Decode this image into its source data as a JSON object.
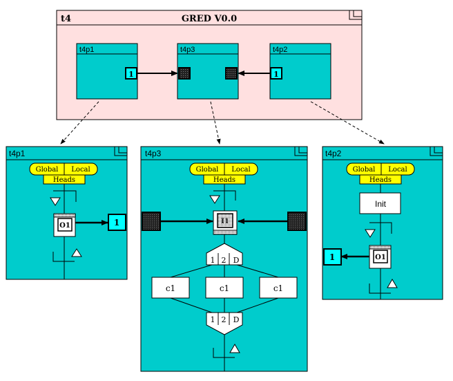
{
  "top": {
    "name": "t4",
    "title": "GRED V0.0",
    "boxes": [
      {
        "label": "t4p1",
        "port": "1"
      },
      {
        "label": "t4p3"
      },
      {
        "label": "t4p2",
        "port": "1"
      }
    ]
  },
  "left_panel": {
    "title": "t4p1",
    "tab_global": "Global",
    "tab_local": "Local",
    "heads": "Heads",
    "node": "O1",
    "port": "1"
  },
  "mid_panel": {
    "title": "t4p3",
    "tab_global": "Global",
    "tab_local": "Local",
    "heads": "Heads",
    "node": "I1",
    "switch_top": [
      "1",
      "2",
      "D"
    ],
    "cases": [
      "c1",
      "c1",
      "c1"
    ],
    "switch_bottom": [
      "1",
      "2",
      "D"
    ]
  },
  "right_panel": {
    "title": "t4p2",
    "tab_global": "Global",
    "tab_local": "Local",
    "heads": "Heads",
    "init": "Init",
    "node": "O1",
    "port": "1"
  },
  "colors": {
    "cyan": "#00cccc",
    "pink": "#ffe0e0",
    "yellow": "#ffff00",
    "dark_port": "#333333"
  }
}
